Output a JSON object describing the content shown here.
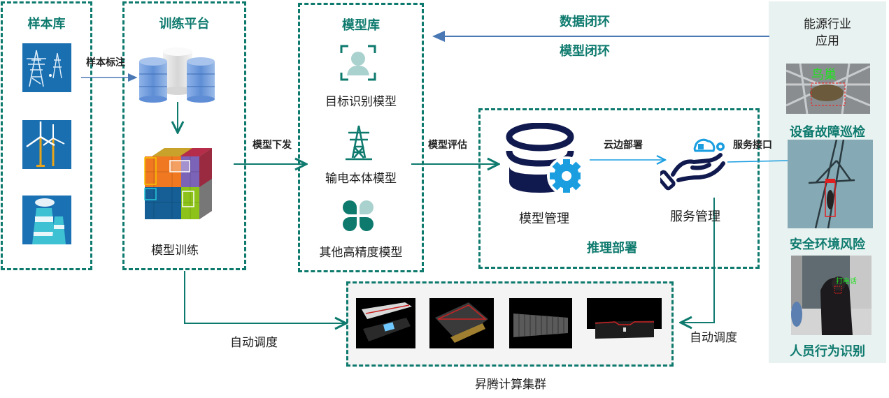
{
  "sample_library": {
    "title": "样本库",
    "tiles": [
      {
        "icon": "transmission-tower-icon"
      },
      {
        "icon": "wind-turbine-icon"
      },
      {
        "icon": "power-plant-cooling-tower-icon"
      }
    ]
  },
  "training_platform": {
    "title": "训练平台",
    "database_icon": "database-stack-icon",
    "cube_icon": "data-cube-icon",
    "label": "模型训练"
  },
  "model_library": {
    "title": "模型库",
    "items": [
      {
        "icon": "face-recognition-icon",
        "label": "目标识别模型"
      },
      {
        "icon": "transmission-tower-icon",
        "label": "输电本体模型"
      },
      {
        "icon": "clover-icon",
        "label": "其他高精度模型"
      }
    ]
  },
  "inference_deployment": {
    "title": "推理部署",
    "model_management": {
      "icon": "database-gear-icon",
      "label": "模型管理"
    },
    "service_management": {
      "icon": "hand-cloud-icon",
      "label": "服务管理"
    }
  },
  "compute_cluster": {
    "label": "昇腾计算集群",
    "devices": [
      {
        "icon": "accelerator-card-exploded-icon"
      },
      {
        "icon": "accelerator-card-icon"
      },
      {
        "icon": "server-rack-icon"
      },
      {
        "icon": "server-chassis-icon"
      }
    ]
  },
  "energy_applications": {
    "title_line1": "能源行业",
    "title_line2": "应用",
    "items": [
      {
        "label": "设备故障巡检",
        "tag": "鸟巢"
      },
      {
        "label": "安全环境风险",
        "tag": ""
      },
      {
        "label": "人员行为识别",
        "tag": "打电话"
      }
    ]
  },
  "flows": {
    "sample_annotation": "样本标注",
    "model_distribution": "模型下发",
    "model_evaluation": "模型评估",
    "cloud_edge_deployment": "云边部署",
    "service_interface": "服务接口",
    "data_loop": "数据闭环",
    "model_loop": "模型闭环",
    "auto_schedule_left": "自动调度",
    "auto_schedule_right": "自动调度"
  },
  "colors": {
    "accent_teal": "#0e7a6e",
    "arrow_blue": "#4a78b5",
    "icon_navy": "#111a4e",
    "icon_cyan": "#1a9ee0",
    "app_panel_bg": "#e8f2f0"
  }
}
